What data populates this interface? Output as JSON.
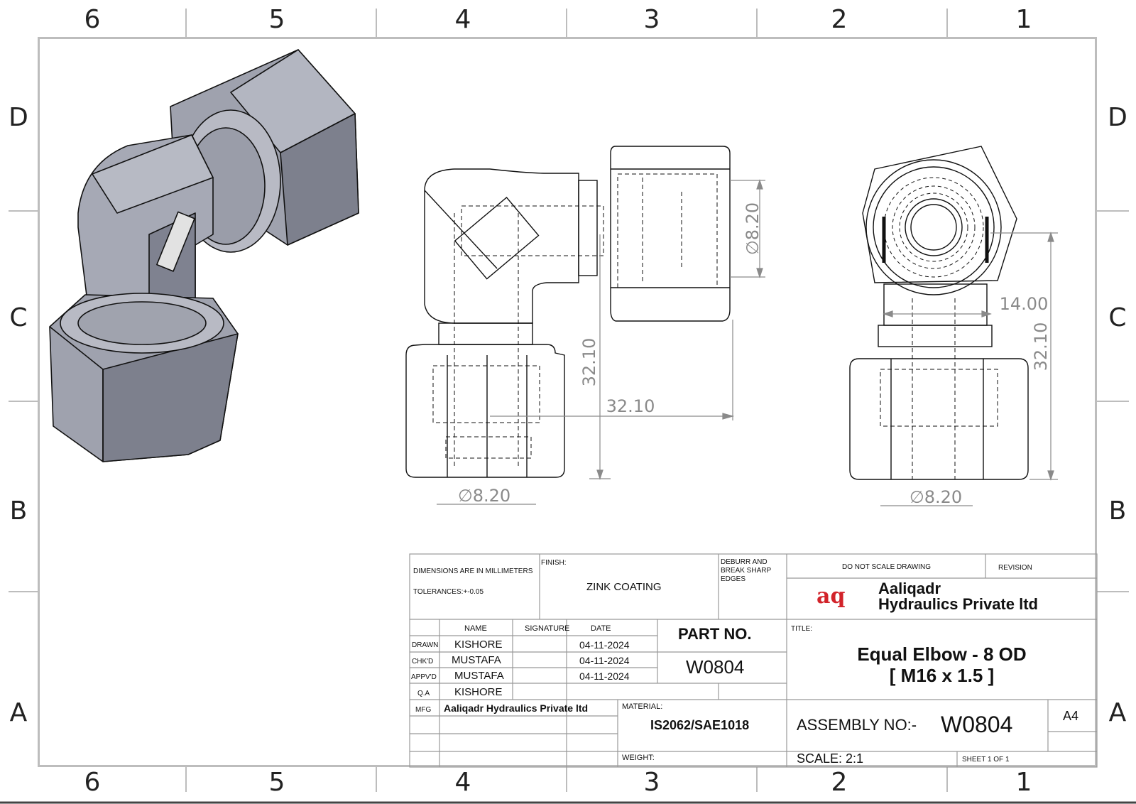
{
  "zones": {
    "cols": [
      "6",
      "5",
      "4",
      "3",
      "2",
      "1"
    ],
    "rows": [
      "D",
      "C",
      "B",
      "A"
    ]
  },
  "dimensions": {
    "front_bore": "∅8.20",
    "front_height": "32.10",
    "front_width": "32.10",
    "front_port": "∅8.20",
    "side_width": "14.00",
    "side_height": "32.10",
    "side_port": "∅8.20"
  },
  "title_block": {
    "dimensions_note": "DIMENSIONS ARE IN MILLIMETERS",
    "tolerances": "TOLERANCES:+-0.05",
    "finish_label": "FINISH:",
    "finish_value": "ZINK COATING",
    "deburr": [
      "DEBURR AND",
      "BREAK SHARP",
      "EDGES"
    ],
    "do_not_scale": "DO NOT SCALE DRAWING",
    "revision_label": "REVISION",
    "logo_text": "aq",
    "company_line1": "Aaliqadr",
    "company_line2": "Hydraulics Private ltd",
    "col_name": "NAME",
    "col_signature": "SIGNATURE",
    "col_date": "DATE",
    "rows": [
      {
        "role": "DRAWN",
        "name": "KISHORE",
        "date": "04-11-2024"
      },
      {
        "role": "CHK'D",
        "name": "MUSTAFA",
        "date": "04-11-2024"
      },
      {
        "role": "APPV'D",
        "name": "MUSTAFA",
        "date": "04-11-2024"
      },
      {
        "role": "Q.A",
        "name": "KISHORE",
        "date": ""
      }
    ],
    "mfg_label": "MFG",
    "mfg_value": "Aaliqadr Hydraulics Private ltd",
    "part_no_label": "PART NO.",
    "part_no_value": "W0804",
    "title_label": "TITLE:",
    "title_line1": "Equal Elbow - 8 OD",
    "title_line2": "[ M16 x 1.5 ]",
    "material_label": "MATERIAL:",
    "material_value": "IS2062/SAE1018",
    "weight_label": "WEIGHT:",
    "assembly_label": "ASSEMBLY NO:-",
    "assembly_value": "W0804",
    "sheet_size": "A4",
    "scale": "SCALE: 2:1",
    "sheet": "SHEET 1 OF 1"
  },
  "colors": {
    "border": "#bdbdbd",
    "dimension": "#8a8a8a",
    "iso_body": "#a9acb8",
    "iso_dark": "#7f8290",
    "logo_red": "#d2232a"
  }
}
